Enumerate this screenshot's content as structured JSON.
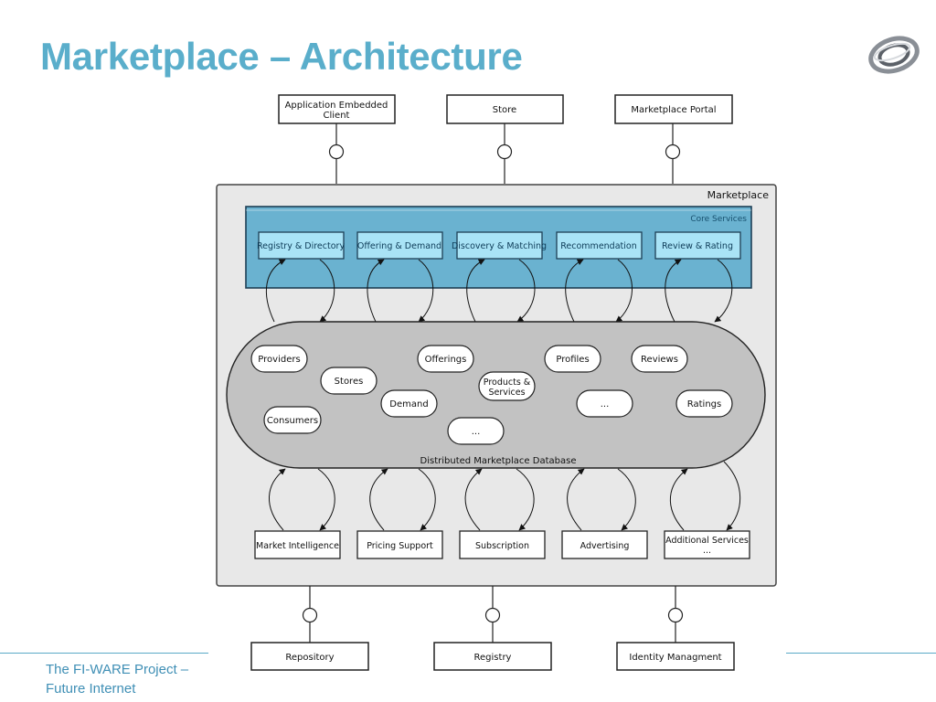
{
  "title": "Marketplace – Architecture",
  "footer": {
    "line1": "The FI-WARE Project –",
    "line2": "Future Internet"
  },
  "diagram": {
    "clients": [
      {
        "id": "app",
        "line1": "Application Embedded",
        "line2": "Client"
      },
      {
        "id": "store",
        "line1": "Store",
        "line2": ""
      },
      {
        "id": "portal",
        "line1": "Marketplace Portal",
        "line2": ""
      }
    ],
    "marketplace_label": "Marketplace",
    "core_label": "Core Services",
    "core_services": [
      "Registry & Directory",
      "Offering & Demand",
      "Discovery & Matching",
      "Recommendation",
      "Review & Rating"
    ],
    "database_label": "Distributed Marketplace Database",
    "entities": [
      {
        "line1": "Providers",
        "line2": ""
      },
      {
        "line1": "Stores",
        "line2": ""
      },
      {
        "line1": "Consumers",
        "line2": ""
      },
      {
        "line1": "Offerings",
        "line2": ""
      },
      {
        "line1": "Products &",
        "line2": "Services"
      },
      {
        "line1": "Demand",
        "line2": ""
      },
      {
        "line1": "...",
        "line2": ""
      },
      {
        "line1": "Profiles",
        "line2": ""
      },
      {
        "line1": "Reviews",
        "line2": ""
      },
      {
        "line1": "...",
        "line2": ""
      },
      {
        "line1": "Ratings",
        "line2": ""
      }
    ],
    "support_services": [
      {
        "line1": "Market Intelligence",
        "line2": ""
      },
      {
        "line1": "Pricing Support",
        "line2": ""
      },
      {
        "line1": "Subscription",
        "line2": ""
      },
      {
        "line1": "Advertising",
        "line2": ""
      },
      {
        "line1": "Additional Services",
        "line2": "..."
      }
    ],
    "external": [
      "Repository",
      "Registry",
      "Identity Managment"
    ]
  }
}
